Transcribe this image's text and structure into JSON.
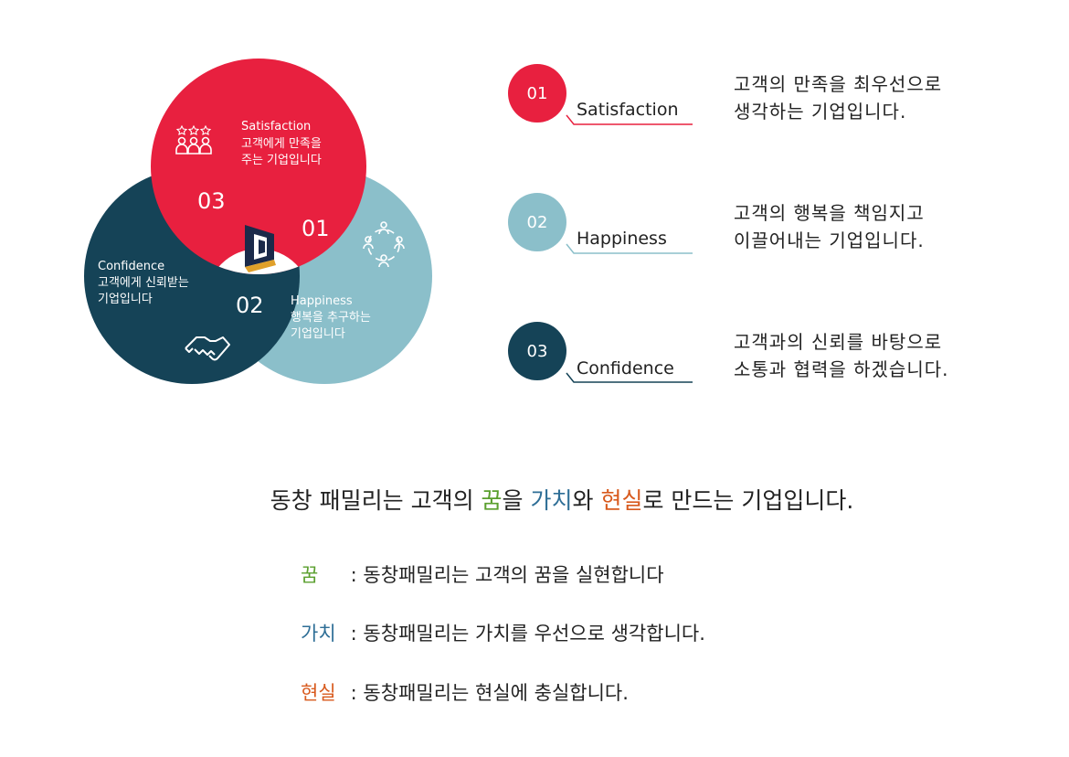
{
  "colors": {
    "red": "#e8203f",
    "teal_light": "#8bbfca",
    "navy": "#154357",
    "green": "#5a9f2e",
    "blue": "#2e6e96",
    "orange": "#d85a1e"
  },
  "venn": {
    "satisfaction": {
      "title": "Satisfaction",
      "line1": "고객에게 만족을",
      "line2": "주는 기업입니다",
      "num": "01",
      "icon": "people-stars-icon"
    },
    "happiness": {
      "title": "Happiness",
      "line1": "행복을 추구하는",
      "line2": "기업입니다",
      "num": "02",
      "icon": "people-circle-icon"
    },
    "confidence": {
      "title": "Confidence",
      "line1": "고객에게 신뢰받는",
      "line2": "기업입니다",
      "num": "03",
      "icon": "handshake-icon"
    },
    "center_icon": "logo-icon"
  },
  "items": [
    {
      "num": "01",
      "label": "Satisfaction",
      "desc1": "고객의 만족을 최우선으로",
      "desc2": "생각하는 기업입니다."
    },
    {
      "num": "02",
      "label": "Happiness",
      "desc1": "고객의 행복을 책임지고",
      "desc2": "이끌어내는 기업입니다."
    },
    {
      "num": "03",
      "label": "Confidence",
      "desc1": "고객과의 신뢰를 바탕으로",
      "desc2": "소통과 협력을 하겠습니다."
    }
  ],
  "headline": {
    "p1": "동창 패밀리는 고객의 ",
    "k1": "꿈",
    "p2": "을 ",
    "k2": "가치",
    "p3": "와 ",
    "k3": "현실",
    "p4": "로 만드는 기업입니다."
  },
  "definitions": [
    {
      "key": "꿈",
      "text": " : 동창패밀리는 고객의 꿈을 실현합니다"
    },
    {
      "key": "가치",
      "text": " : 동창패밀리는 가치를 우선으로 생각합니다."
    },
    {
      "key": "현실",
      "text": " : 동창패밀리는 현실에 충실합니다."
    }
  ]
}
